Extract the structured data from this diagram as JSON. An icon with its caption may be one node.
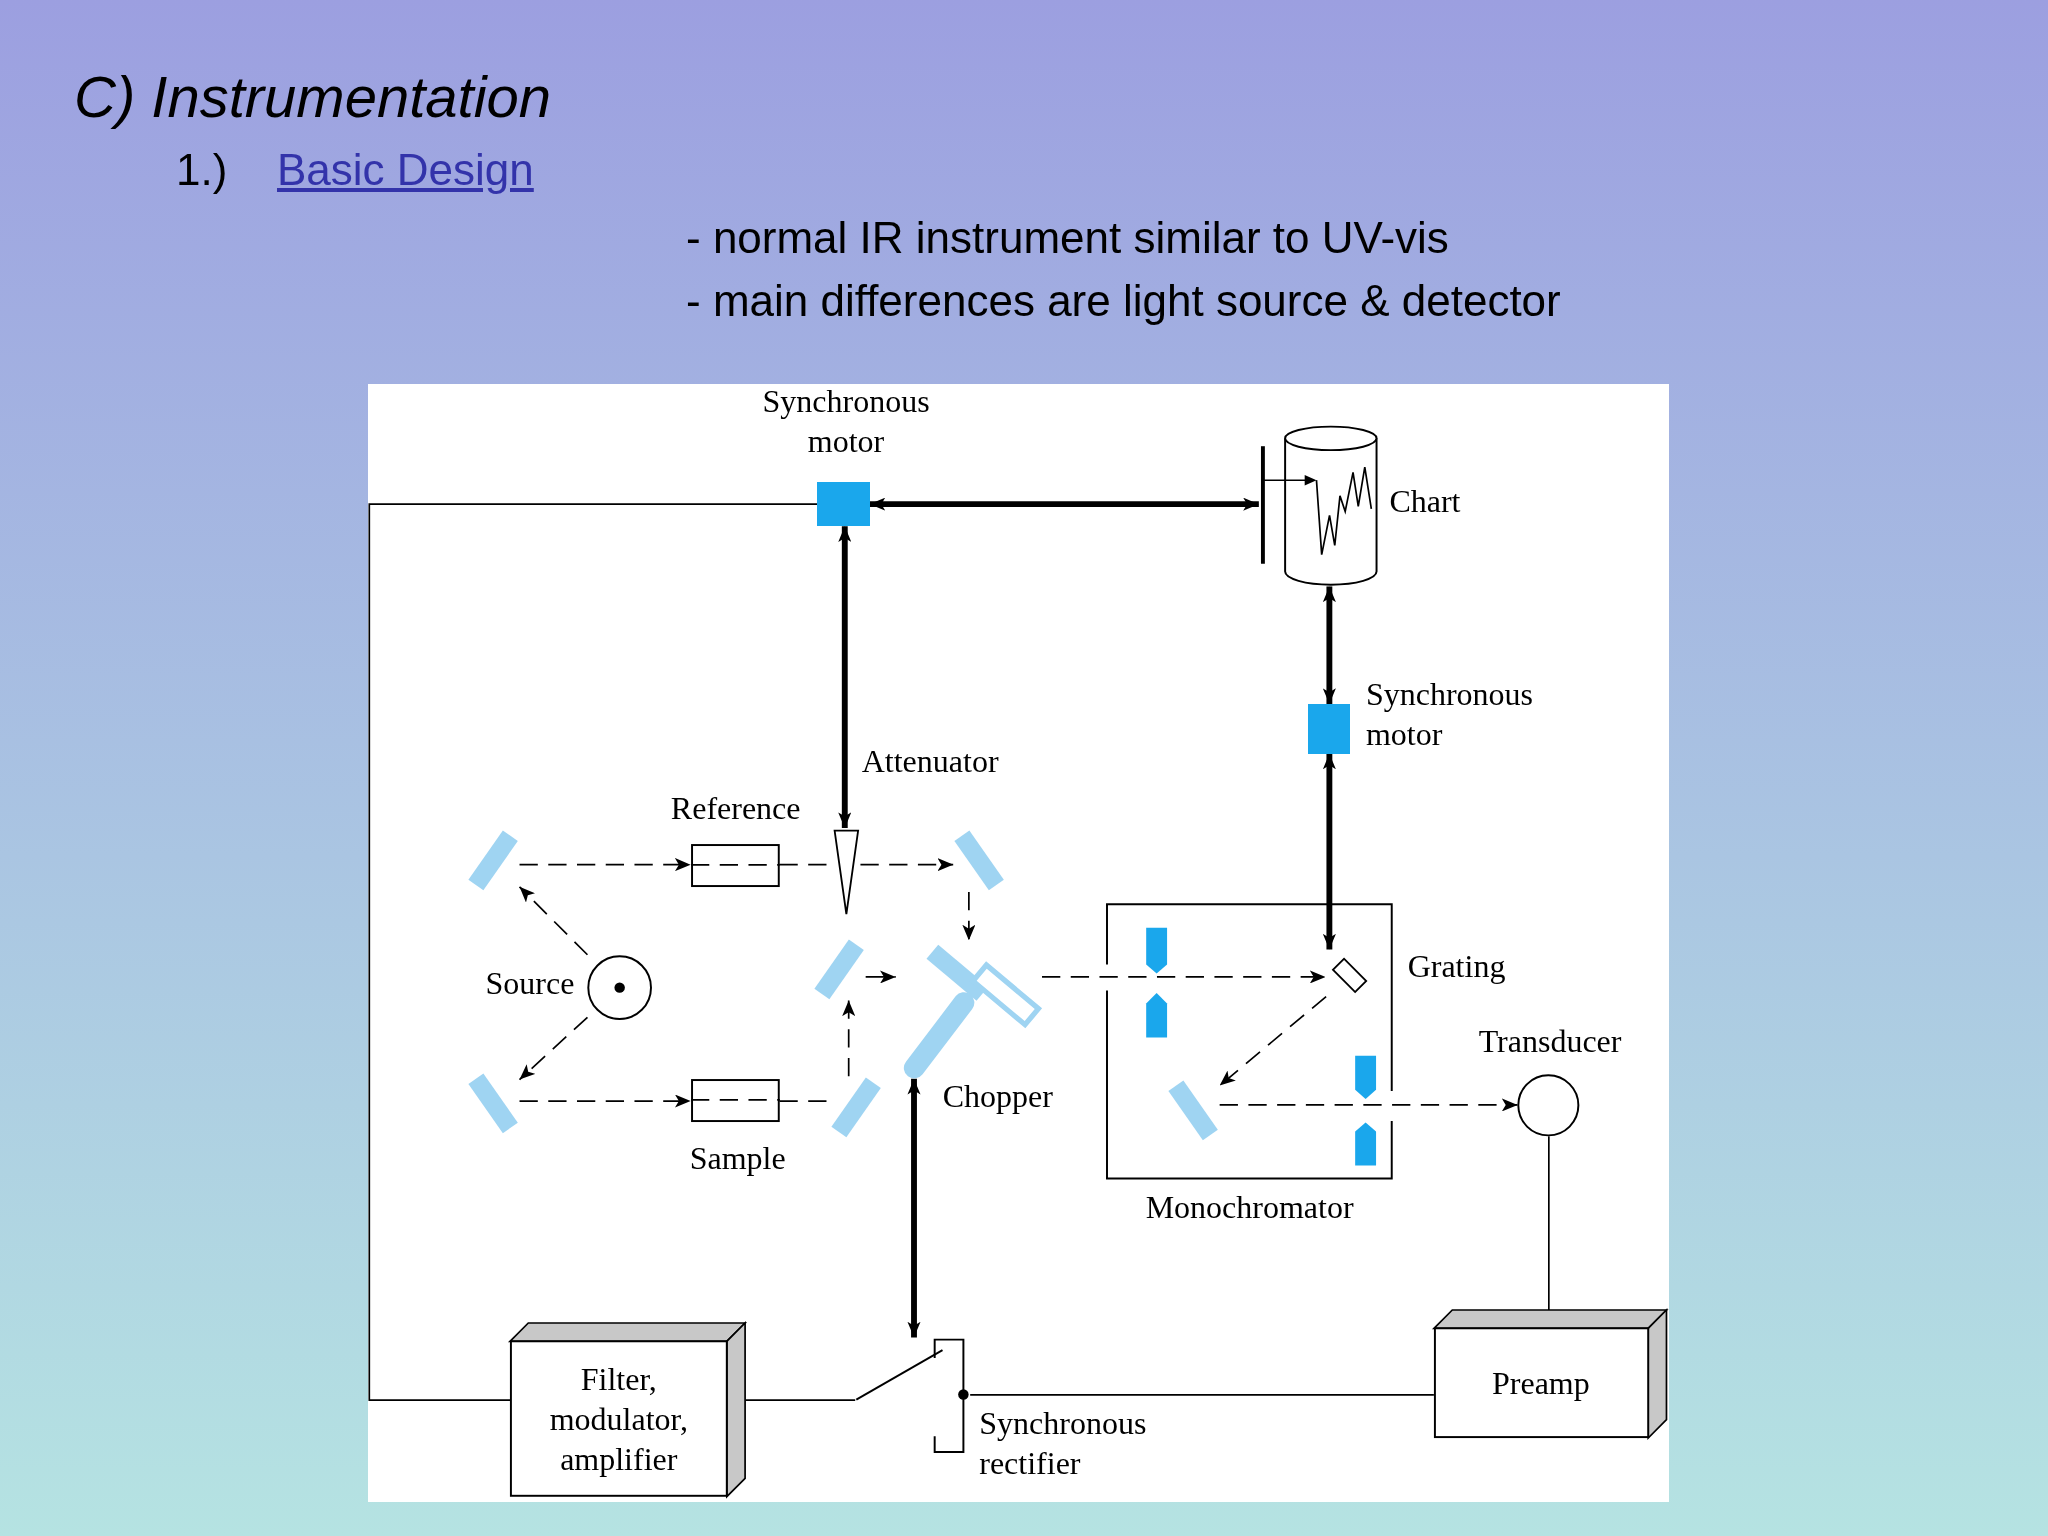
{
  "diagram": {
    "title": "C) Instrumentation",
    "nodes": [
      {
        "text": [
          "Synchronous motor"
        ]
      },
      {
        "text": [
          "Chart"
        ]
      },
      {
        "text": [
          "Synchronous motor"
        ]
      },
      {
        "text": [
          "Attenuator"
        ]
      },
      {
        "text": [
          "Reference"
        ]
      },
      {
        "text": [
          "Source"
        ]
      },
      {
        "text": [
          "Chopper"
        ]
      },
      {
        "text": [
          "Sample"
        ]
      },
      {
        "text": [
          "Monochromator"
        ]
      },
      {
        "text": [
          "Grating"
        ],
        "in": 8
      },
      {
        "text": [
          "Transducer"
        ]
      },
      {
        "text": [
          "Preamp"
        ]
      },
      {
        "text": [
          "Filter, modulator, amplifier"
        ]
      },
      {
        "text": [
          "Synchronous rectifier"
        ]
      },
      {
        "text": [],
        "shape": "bar"
      },
      {
        "text": [],
        "shape": "bar"
      },
      {
        "text": [],
        "shape": "bar"
      },
      {
        "text": [],
        "shape": "bar"
      },
      {
        "text": [],
        "shape": "bar"
      },
      {
        "text": [],
        "shape": "bar",
        "in": 8
      }
    ],
    "edges": [
      {
        "from": 0,
        "to": 1,
        "arrow": "both",
        "style": "thick"
      },
      {
        "from": 0,
        "to": 3,
        "arrow": "both",
        "style": "thick"
      },
      {
        "from": 1,
        "to": 2,
        "arrow": "both",
        "style": "thick"
      },
      {
        "from": 2,
        "to": 9,
        "arrow": "both",
        "style": "thick"
      },
      {
        "from": 5,
        "to": 14,
        "arrow": "to",
        "style": "dashed"
      },
      {
        "from": 5,
        "to": 15,
        "arrow": "to",
        "style": "dashed"
      },
      {
        "from": 14,
        "to": 4,
        "arrow": "to",
        "style": "dashed"
      },
      {
        "from": 4,
        "to": 3,
        "arrow": "none",
        "style": "dashed"
      },
      {
        "from": 3,
        "to": 18,
        "arrow": "to",
        "style": "dashed"
      },
      {
        "from": 18,
        "to": 6,
        "arrow": "to",
        "style": "dashed"
      },
      {
        "from": 15,
        "to": 7,
        "arrow": "to",
        "style": "dashed"
      },
      {
        "from": 7,
        "to": 17,
        "arrow": "none",
        "style": "dashed"
      },
      {
        "from": 17,
        "to": 16,
        "arrow": "to",
        "style": "dashed"
      },
      {
        "from": 16,
        "to": 6,
        "arrow": "to",
        "style": "dashed"
      },
      {
        "from": 6,
        "to": 9,
        "arrow": "to",
        "style": "dashed"
      },
      {
        "from": 9,
        "to": 19,
        "arrow": "to",
        "style": "dashed"
      },
      {
        "from": 19,
        "to": 10,
        "arrow": "to",
        "style": "dashed"
      },
      {
        "from": 6,
        "to": 13,
        "arrow": "both",
        "style": "thick"
      },
      {
        "from": 10,
        "to": 11,
        "arrow": "none"
      },
      {
        "from": 11,
        "to": 13,
        "arrow": "none"
      },
      {
        "from": 13,
        "to": 12,
        "arrow": "none"
      },
      {
        "from": 12,
        "to": 0,
        "arrow": "none"
      }
    ],
    "labels": [
      "1.)",
      "Basic Design",
      "- normal IR instrument similar to UV-vis",
      "- main differences are light source & detector"
    ]
  }
}
